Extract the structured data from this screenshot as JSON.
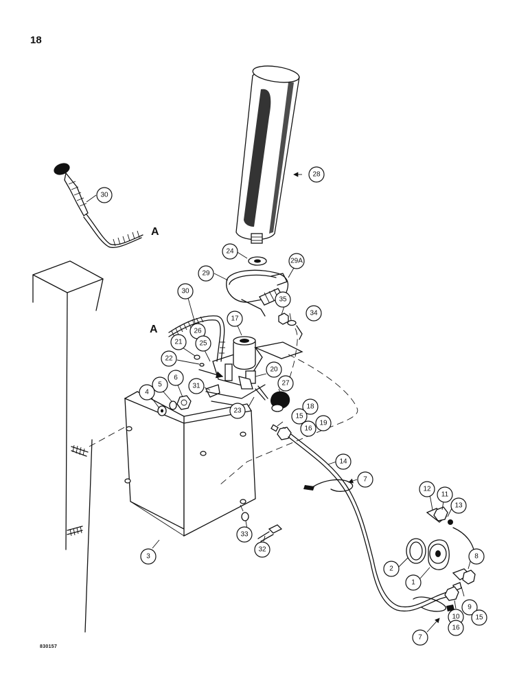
{
  "page_number": "18",
  "reference_code": "830157",
  "connector_label": "A",
  "callouts": [
    "28",
    "30",
    "24",
    "29A",
    "29",
    "35",
    "34",
    "30",
    "17",
    "26",
    "25",
    "21",
    "22",
    "20",
    "31",
    "27",
    "23",
    "18",
    "15",
    "16",
    "19",
    "6",
    "5",
    "4",
    "14",
    "7",
    "12",
    "11",
    "13",
    "8",
    "2",
    "1",
    "9",
    "15",
    "10",
    "16",
    "7",
    "33",
    "32",
    "3"
  ],
  "colors": {
    "ink": "#111111",
    "paper": "#ffffff"
  }
}
